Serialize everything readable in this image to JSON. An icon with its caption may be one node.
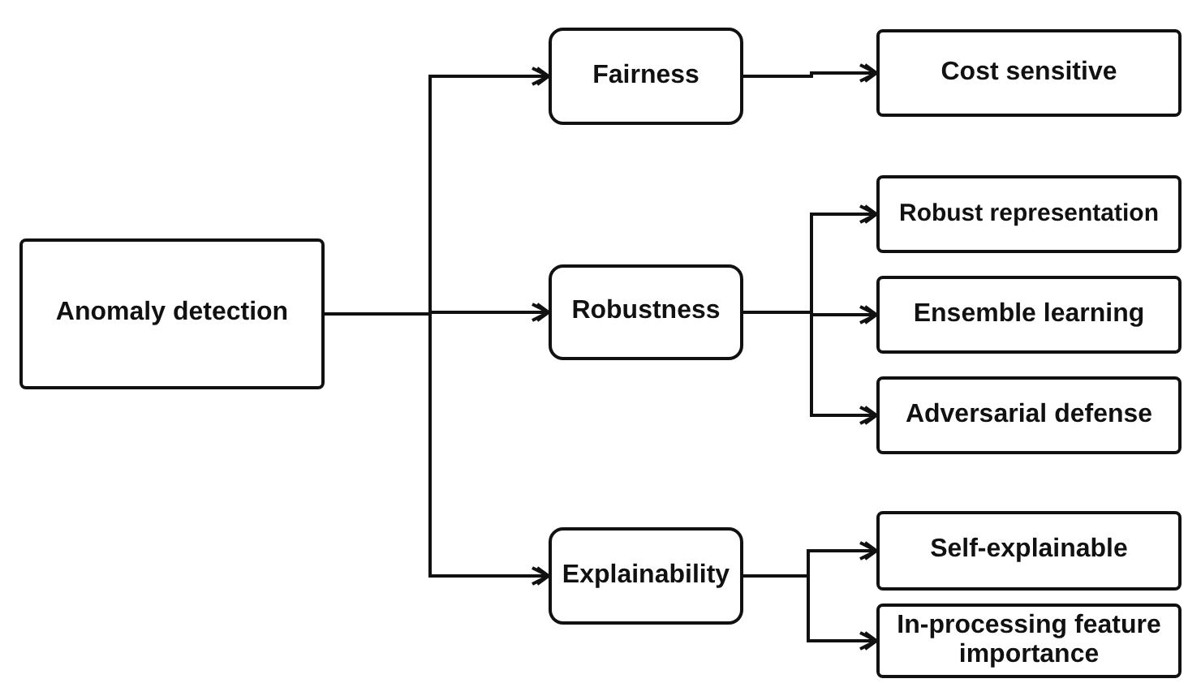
{
  "diagram": {
    "nodes": [
      {
        "text": [
          "Anomaly detection"
        ]
      },
      {
        "text": [
          "Fairness"
        ]
      },
      {
        "text": [
          "Robustness"
        ]
      },
      {
        "text": [
          "Explainability"
        ]
      },
      {
        "text": [
          "Cost sensitive"
        ]
      },
      {
        "text": [
          "Robust representation"
        ]
      },
      {
        "text": [
          "Ensemble learning"
        ]
      },
      {
        "text": [
          "Adversarial defense"
        ]
      },
      {
        "text": [
          "Self-explainable"
        ]
      },
      {
        "text": [
          "In-processing feature importance"
        ]
      }
    ],
    "edges": [
      {
        "from": 0,
        "to": 1,
        "arrow": "to"
      },
      {
        "from": 0,
        "to": 2,
        "arrow": "to"
      },
      {
        "from": 0,
        "to": 3,
        "arrow": "to"
      },
      {
        "from": 1,
        "to": 4,
        "arrow": "to"
      },
      {
        "from": 2,
        "to": 5,
        "arrow": "to"
      },
      {
        "from": 2,
        "to": 6,
        "arrow": "to"
      },
      {
        "from": 2,
        "to": 7,
        "arrow": "to"
      },
      {
        "from": 3,
        "to": 8,
        "arrow": "to"
      },
      {
        "from": 3,
        "to": 9,
        "arrow": "to"
      }
    ]
  }
}
